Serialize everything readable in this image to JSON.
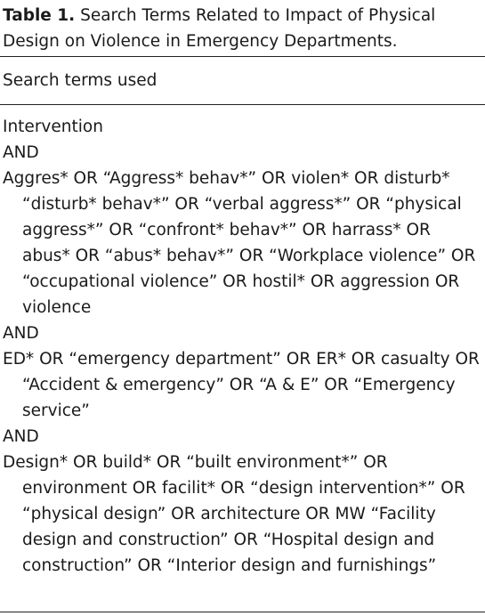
{
  "table": {
    "label": "Table 1.",
    "title": "Search Terms Related to Impact of Physical Design on Violence in Emergency Departments.",
    "column_header": "Search terms used",
    "rows": [
      "Intervention",
      "AND",
      "Aggres* OR “Aggress* behav*” OR violen* OR disturb* “disturb* behav*” OR “verbal aggress*” OR “physical aggress*” OR “confront* behav*” OR harrass* OR abus* OR “abus* behav*” OR “Workplace violence” OR “occupational violence” OR hostil* OR aggression OR violence",
      "AND",
      "ED* OR “emergency department” OR ER* OR casualty OR “Accident & emergency” OR “A & E” OR “Emergency service”",
      "AND",
      "Design* OR build* OR “built environment*” OR environment OR facilit* OR “design intervention*” OR “physical design” OR architecture OR MW “Facility design and construction” OR “Hospital design and construction” OR “Interior design and furnishings”"
    ]
  }
}
